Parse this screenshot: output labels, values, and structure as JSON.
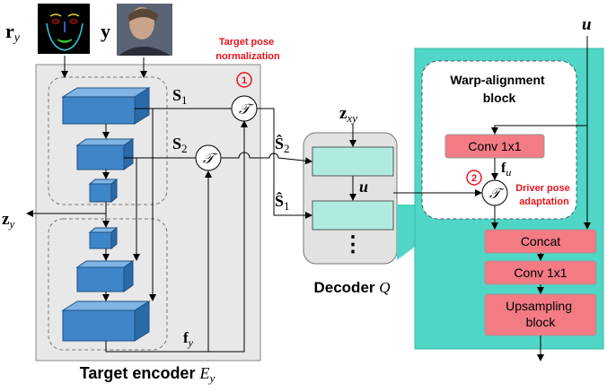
{
  "labels": {
    "r_y": "r",
    "r_y_sub": "y",
    "y": "y",
    "target_pose_norm_1": "Target pose",
    "target_pose_norm_2": "normalization",
    "step1": "1",
    "step2": "2",
    "s1": "S",
    "s1_sub": "1",
    "s2": "S",
    "s2_sub": "2",
    "t_op": "𝒯",
    "s1_hat": "Ŝ",
    "s1_hat_sub": "1",
    "s2_hat": "Ŝ",
    "s2_hat_sub": "2",
    "z_xy": "z",
    "z_xy_sub": "xy",
    "u": "u",
    "z_y": "z",
    "z_y_sub": "y",
    "f_y": "f",
    "f_y_sub": "y",
    "dots": "⋮",
    "decoder": "Decoder ",
    "decoder_sym": "Q",
    "target_encoder": "Target encoder ",
    "target_encoder_sym": "E",
    "target_encoder_sub": "y",
    "warp_block_1": "Warp-alignment",
    "warp_block_2": "block",
    "conv1": "Conv 1x1",
    "f_u": "f",
    "f_u_sub": "u",
    "driver_pose_1": "Driver pose",
    "driver_pose_2": "adaptation",
    "concat": "Concat",
    "conv2": "Conv 1x1",
    "upsampling_1": "Upsampling",
    "upsampling_2": "block"
  },
  "colors": {
    "encoder_bg": "#e8e8e8",
    "block_blue": "#3f86c9",
    "decoder_box": "#b0ebe0",
    "teal": "#4fd6c6",
    "red_box": "#f27b84",
    "red_text": "#e8141e"
  }
}
